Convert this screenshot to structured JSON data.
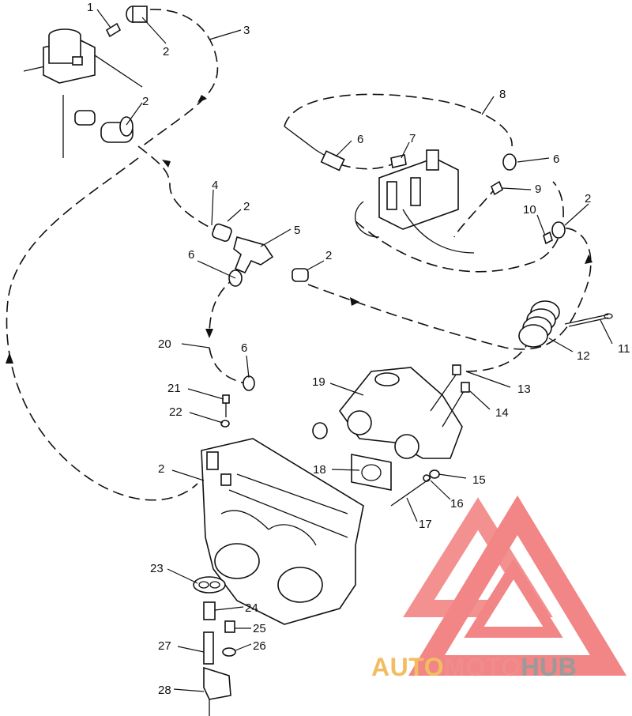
{
  "callouts": [
    {
      "id": "c1",
      "text": "1"
    },
    {
      "id": "c2a",
      "text": "2"
    },
    {
      "id": "c3",
      "text": "3"
    },
    {
      "id": "c2b",
      "text": "2"
    },
    {
      "id": "c8",
      "text": "8"
    },
    {
      "id": "c6a",
      "text": "6"
    },
    {
      "id": "c7",
      "text": "7"
    },
    {
      "id": "c6b",
      "text": "6"
    },
    {
      "id": "c9",
      "text": "9"
    },
    {
      "id": "c2c",
      "text": "2"
    },
    {
      "id": "c10",
      "text": "10"
    },
    {
      "id": "c4",
      "text": "4"
    },
    {
      "id": "c2d",
      "text": "2"
    },
    {
      "id": "c5",
      "text": "5"
    },
    {
      "id": "c6c",
      "text": "6"
    },
    {
      "id": "c2e",
      "text": "2"
    },
    {
      "id": "c12",
      "text": "12"
    },
    {
      "id": "c11",
      "text": "11"
    },
    {
      "id": "c20",
      "text": "20"
    },
    {
      "id": "c6d",
      "text": "6"
    },
    {
      "id": "c13",
      "text": "13"
    },
    {
      "id": "c19",
      "text": "19"
    },
    {
      "id": "c21",
      "text": "21"
    },
    {
      "id": "c14",
      "text": "14"
    },
    {
      "id": "c22",
      "text": "22"
    },
    {
      "id": "c2f",
      "text": "2"
    },
    {
      "id": "c18",
      "text": "18"
    },
    {
      "id": "c15",
      "text": "15"
    },
    {
      "id": "c16",
      "text": "16"
    },
    {
      "id": "c17",
      "text": "17"
    },
    {
      "id": "c23",
      "text": "23"
    },
    {
      "id": "c24",
      "text": "24"
    },
    {
      "id": "c25",
      "text": "25"
    },
    {
      "id": "c27",
      "text": "27"
    },
    {
      "id": "c26",
      "text": "26"
    },
    {
      "id": "c28",
      "text": "28"
    }
  ],
  "watermark": {
    "part1": "AUTO",
    "part2": "MOTO",
    "part3": "HUB",
    "color_auto": "#f2bd60",
    "color_moto": "#f08c8c",
    "color_hub": "#9a9a9a",
    "logo_color": "#f07070"
  }
}
